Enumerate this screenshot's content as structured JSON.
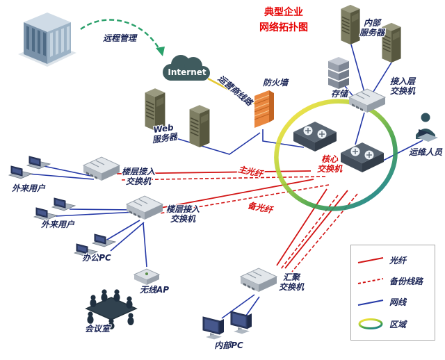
{
  "title": "典型企业\n网络拓扑图",
  "nodes": {
    "remote_mgmt": "远程管理",
    "internet": "Internet",
    "carrier_line": "运营商线路",
    "firewall": "防火墙",
    "web_server": "Web\n服务器",
    "internal_server": "内部\n服务器",
    "storage": "存储",
    "access_switch": "接入层\n交换机",
    "ops_staff": "运维人员",
    "core_switch": "核心\n交换机",
    "main_fiber": "主光纤",
    "backup_fiber": "备光纤",
    "floor_switch_a": "楼层接入\n交换机",
    "floor_switch_b": "楼层接入\n交换机",
    "external_users_a": "外来用户",
    "external_users_b": "外来用户",
    "office_pc": "办公PC",
    "wireless_ap": "无线AP",
    "meeting_room": "会议室",
    "aggregation_switch": "汇聚\n交换机",
    "internal_pc": "内部PC"
  },
  "legend": {
    "items": [
      {
        "id": "fiber",
        "label": "光纤",
        "style": "solid-red"
      },
      {
        "id": "backup",
        "label": "备份线路",
        "style": "dashed-red"
      },
      {
        "id": "cable",
        "label": "网线",
        "style": "solid-blue"
      },
      {
        "id": "zone",
        "label": "区域",
        "style": "gradient-ring"
      }
    ]
  },
  "colors": {
    "title_red": "#e60000",
    "fiber_red": "#d21414",
    "cable_blue": "#2438a6",
    "carrier_yellow": "#e5c832",
    "remote_green": "#2aa06a",
    "label_navy": "#1a2455"
  }
}
